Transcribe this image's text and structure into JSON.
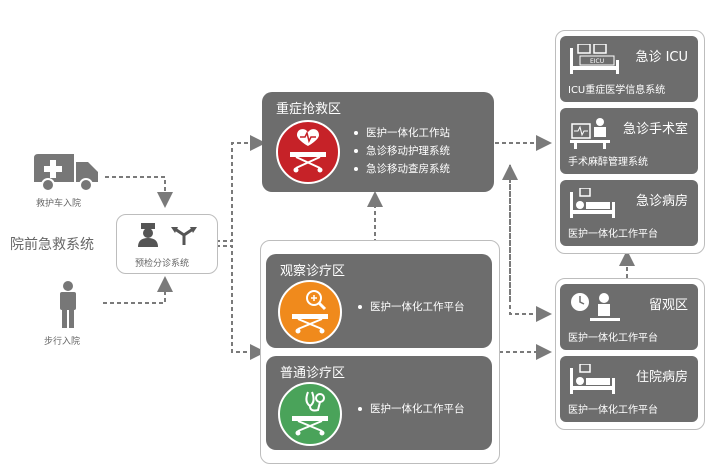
{
  "left": {
    "ambulance_label": "救护车入院",
    "walk_label": "步行入院",
    "system_label": "院前急救系统",
    "triage_label": "预检分诊系统"
  },
  "zones": {
    "critical": {
      "title": "重症抢救区",
      "items": [
        "医护一体化工作站",
        "急诊移动护理系统",
        "急诊移动查房系统"
      ],
      "color": "#c62228"
    },
    "observation": {
      "title": "观察诊疗区",
      "items": [
        "医护一体化工作平台"
      ],
      "color": "#f08a1c"
    },
    "general": {
      "title": "普通诊疗区",
      "items": [
        "医护一体化工作平台"
      ],
      "color": "#4aa35a"
    }
  },
  "right": {
    "icu": {
      "title": "急诊 ICU",
      "sub": "ICU重症医学信息系统",
      "icon_text": "EICU"
    },
    "surgery": {
      "title": "急诊手术室",
      "sub": "手术麻醉管理系统"
    },
    "ward": {
      "title": "急诊病房",
      "sub": "医护一体化工作平台"
    },
    "observe": {
      "title": "留观区",
      "sub": "医护一体化工作平台"
    },
    "inpatient": {
      "title": "住院病房",
      "sub": "医护一体化工作平台"
    }
  },
  "colors": {
    "box": "#6d6d6d",
    "connector": "#7a7a7a",
    "outline": "#bdbdbd"
  }
}
